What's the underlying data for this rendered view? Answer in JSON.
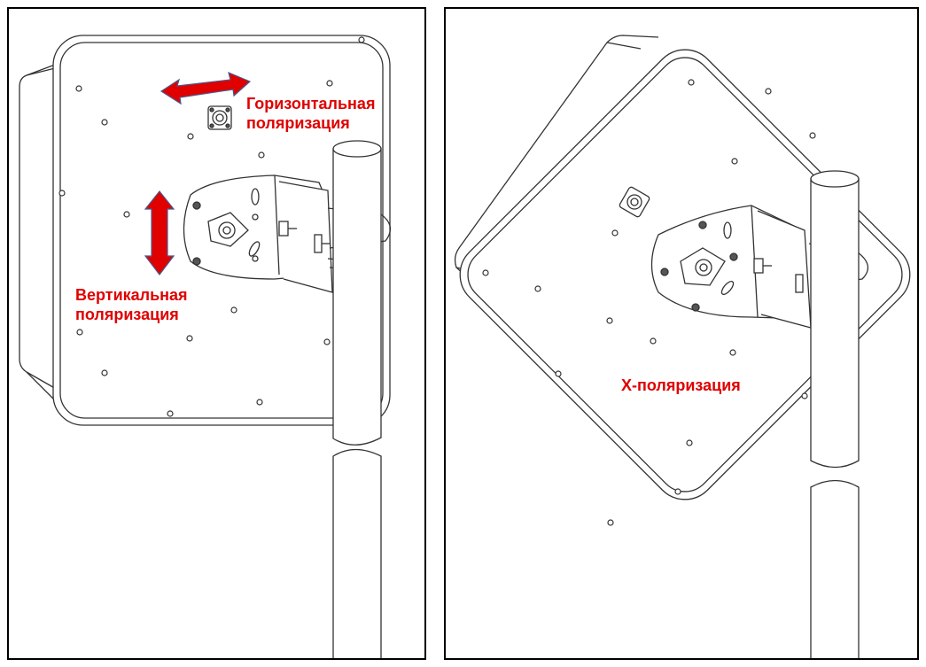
{
  "labels": {
    "horizontal": {
      "line1": "Горизонтальная",
      "line2": "поляризация"
    },
    "vertical": {
      "line1": "Вертикальная",
      "line2": "поляризация"
    },
    "x": "X-поляризация"
  },
  "colors": {
    "label_text": "#e00000",
    "arrow_fill": "#e00000",
    "arrow_stroke": "#4a5a8a",
    "drawing_stroke": "#333333",
    "panel_border": "#000000"
  },
  "icons": [
    "double-arrow-horizontal-icon",
    "double-arrow-vertical-icon",
    "n-connector-icon",
    "mast-bracket-icon"
  ]
}
